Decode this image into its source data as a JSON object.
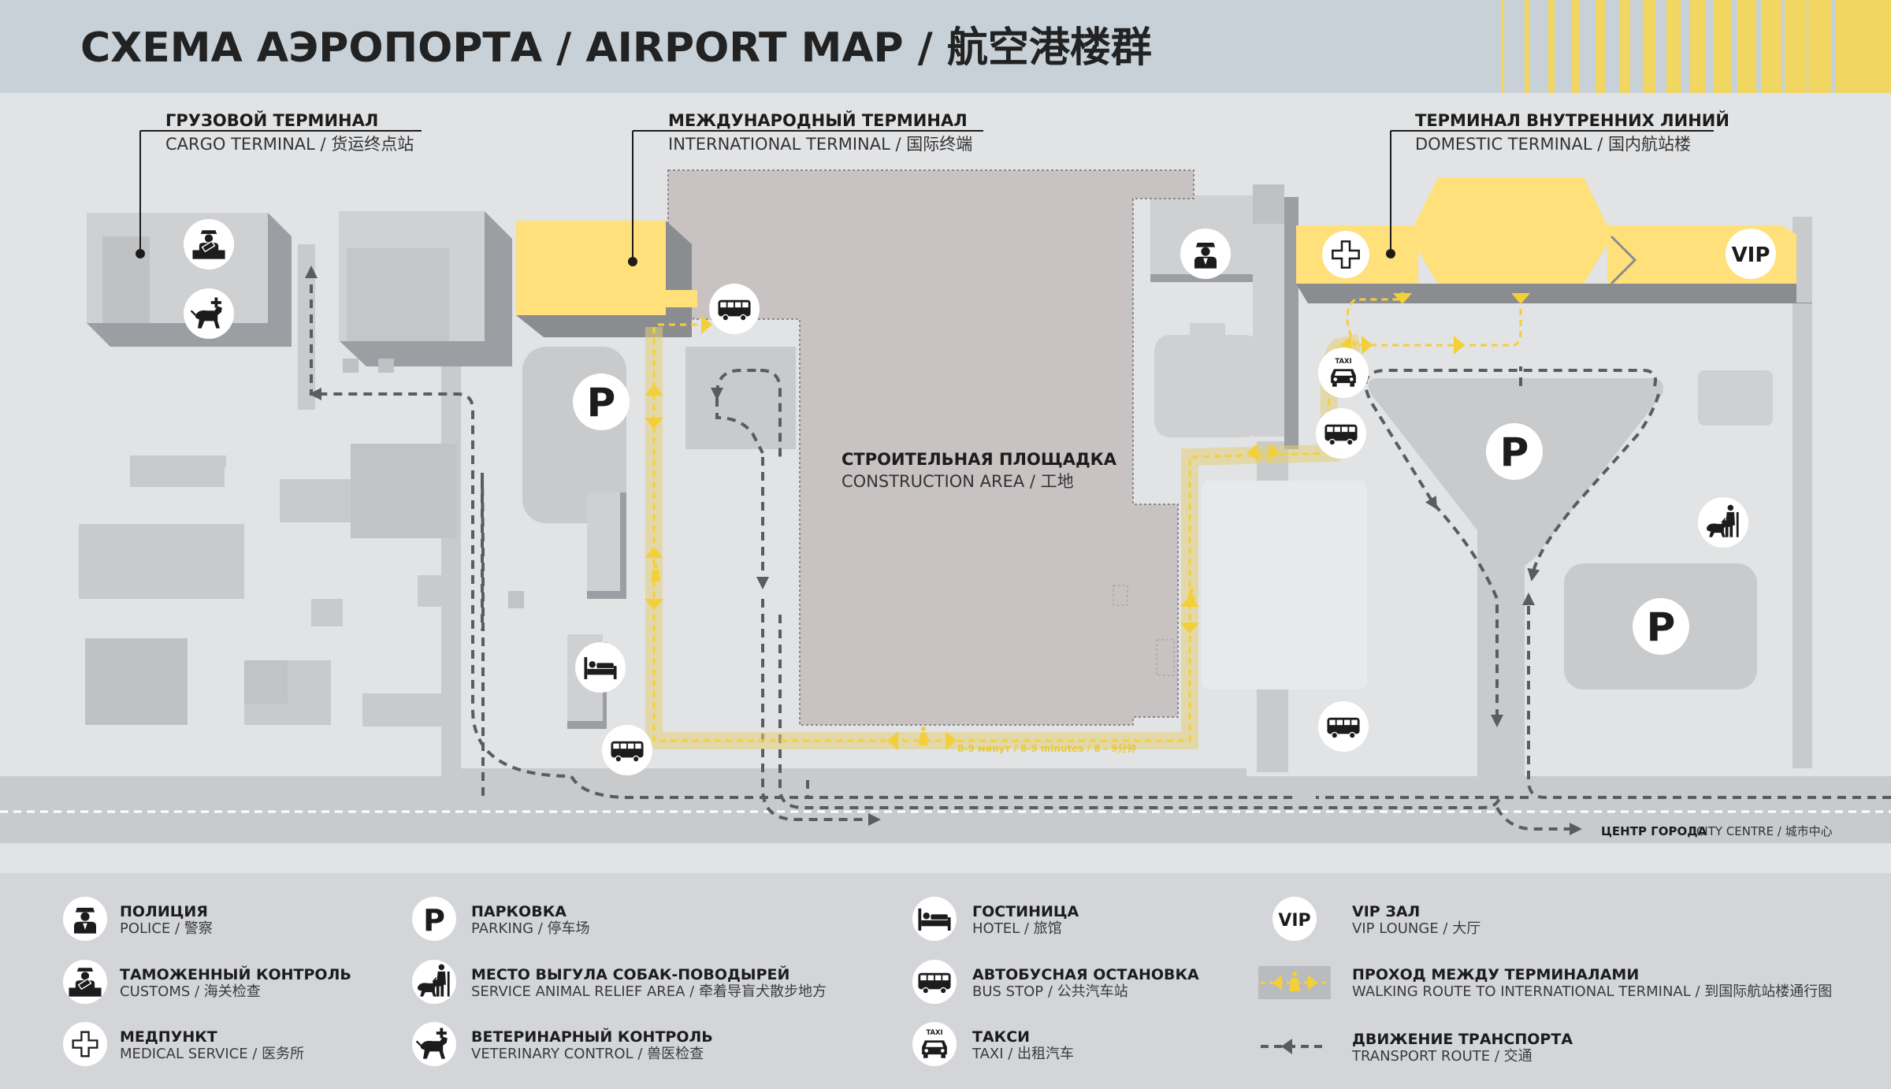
{
  "header": {
    "title": "СХЕМА АЭРОПОРТА  /  AIRPORT MAP /  航空港楼群"
  },
  "labels": {
    "cargo": {
      "ru": "ГРУЗОВОЙ ТЕРМИНАЛ",
      "en": "CARGO TERMINAL / 货运终点站"
    },
    "international": {
      "ru": "МЕЖДУНАРОДНЫЙ ТЕРМИНАЛ",
      "en": "INTERNATIONAL TERMINAL / 国际终端"
    },
    "domestic": {
      "ru": "ТЕРМИНАЛ ВНУТРЕННИХ ЛИНИЙ",
      "en": "DOMESTIC TERMINAL / 国内航站楼"
    },
    "construction": {
      "ru": "СТРОИТЕЛЬНАЯ ПЛОЩАДКА",
      "en": "CONSTRUCTION AREA /  工地"
    },
    "city_centre": {
      "ru": "ЦЕНТР ГОРОДА",
      "en": " / CITY CENTRE / 城市中心"
    },
    "walk_time": "8-9 минут / 8-9 minutes / 8 - 9分钟"
  },
  "icons": {
    "parking": "P",
    "vip": "VIP",
    "taxi": "TAXI"
  },
  "legend": [
    {
      "icon": "police-icon",
      "ru": "ПОЛИЦИЯ",
      "en": "POLICE / 警察"
    },
    {
      "icon": "customs-icon",
      "ru": "ТАМОЖЕННЫЙ КОНТРОЛЬ",
      "en": "CUSTOMS / 海关检查"
    },
    {
      "icon": "medical-icon",
      "ru": "МЕДПУНКТ",
      "en": "MEDICAL SERVICE / 医务所"
    },
    {
      "icon": "parking-icon",
      "ru": "ПАРКОВКА",
      "en": "PARKING / 停车场"
    },
    {
      "icon": "service-animal-icon",
      "ru": "МЕСТО ВЫГУЛА СОБАК-ПОВОДЫРЕЙ",
      "en": "SERVICE ANIMAL RELIEF AREA / 牵着导盲犬散步地方"
    },
    {
      "icon": "veterinary-icon",
      "ru": "ВЕТЕРИНАРНЫЙ КОНТРОЛЬ",
      "en": "VETERINARY CONTROL / 兽医检查"
    },
    {
      "icon": "hotel-icon",
      "ru": "ГОСТИНИЦА",
      "en": "HOTEL / 旅馆"
    },
    {
      "icon": "bus-icon",
      "ru": "АВТОБУСНАЯ ОСТАНОВКА",
      "en": "BUS STOP / 公共汽车站"
    },
    {
      "icon": "taxi-icon",
      "ru": "ТАКСИ",
      "en": "TAXI / 出租汽车"
    },
    {
      "icon": "vip-icon",
      "ru": "VIP ЗАЛ",
      "en": "VIP LOUNGE / 大厅"
    },
    {
      "icon": "walking-route-icon",
      "ru": "ПРОХОД МЕЖДУ ТЕРМИНАЛАМИ",
      "en": "WALKING ROUTE TO INTERNATIONAL TERMINAL / 到国际航站楼通行图"
    },
    {
      "icon": "transport-route-icon",
      "ru": "ДВИЖЕНИЕ ТРАНСПОРТА",
      "en": "TRANSPORT ROUTE / 交通"
    }
  ],
  "colors": {
    "terminal": "#ffe07a",
    "route": "#f5cf3a",
    "background": "#e2e3e5",
    "header": "#c7d0d7",
    "legend_bg": "#d3d5d8"
  }
}
